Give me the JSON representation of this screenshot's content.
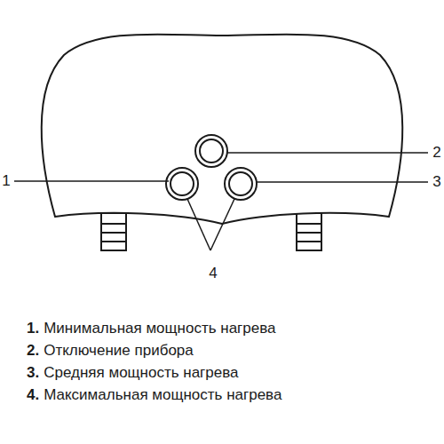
{
  "diagram": {
    "labels": [
      "1",
      "2",
      "3",
      "4",
      "1.",
      "Минимальная мощность нагрева",
      "2.",
      "Отключение прибора",
      "3.",
      "Средняя мощность нагрева",
      "4.",
      "Максимальная мощность нагрева"
    ]
  }
}
